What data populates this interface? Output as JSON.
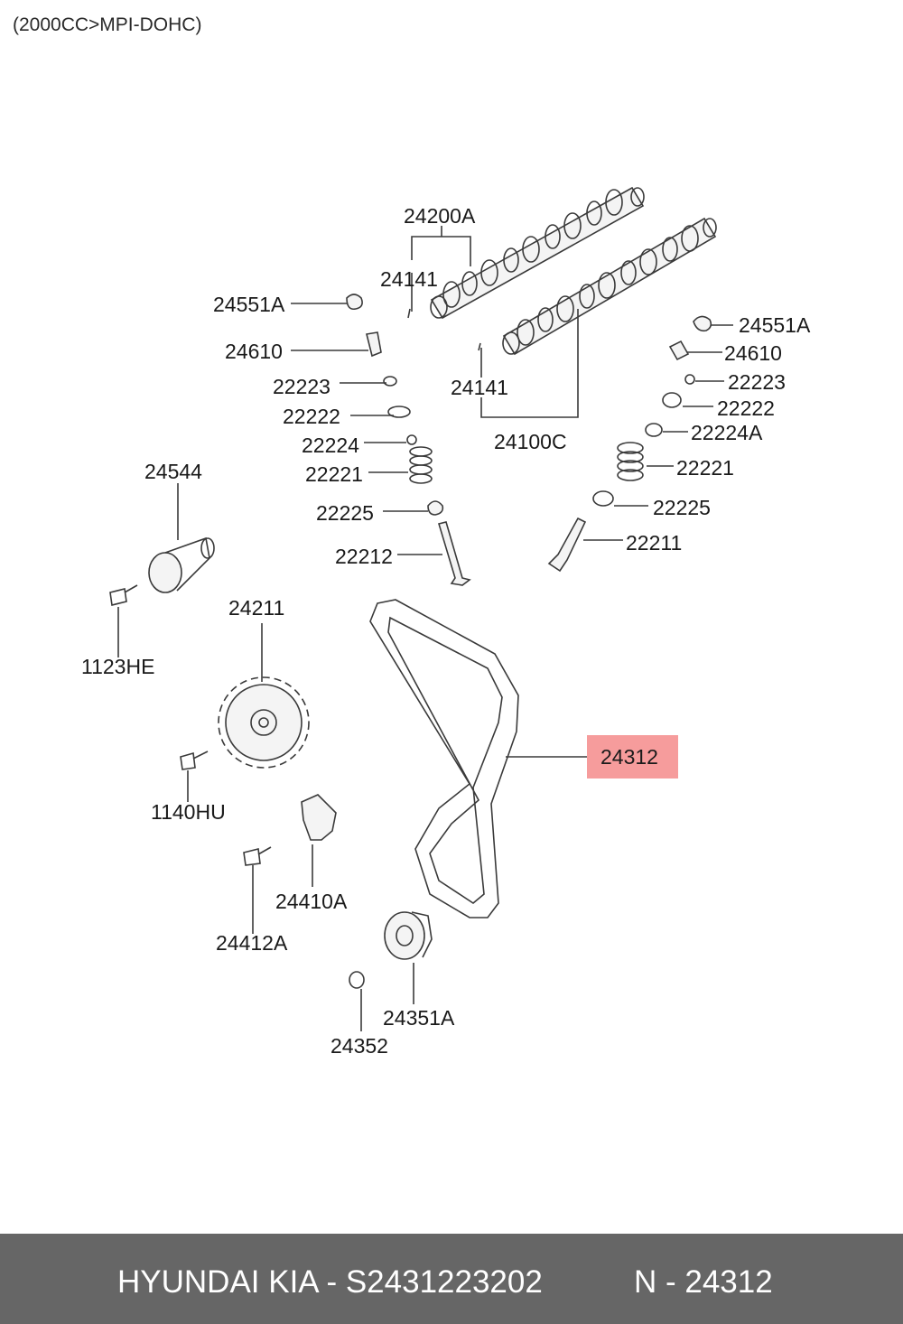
{
  "subtitle": "(2000CC>MPI-DOHC)",
  "highlight": {
    "part": "24312",
    "color": "#f06060"
  },
  "labels": {
    "p24200A": "24200A",
    "p24141_a": "24141",
    "p24551A_l": "24551A",
    "p24610_l": "24610",
    "p22223_l": "22223",
    "p22222_l": "22222",
    "p22224_l": "22224",
    "p22221_l": "22221",
    "p22225_l": "22225",
    "p22212": "22212",
    "p24141_b": "24141",
    "p24100C": "24100C",
    "p24551A_r": "24551A",
    "p24610_r": "24610",
    "p22223_r": "22223",
    "p22222_r": "22222",
    "p22224A": "22224A",
    "p22221_r": "22221",
    "p22225_r": "22225",
    "p22211": "22211",
    "p24544": "24544",
    "p1123HE": "1123HE",
    "p24211": "24211",
    "p24312": "24312",
    "p1140HU": "1140HU",
    "p24410A": "24410A",
    "p24412A": "24412A",
    "p24351A": "24351A",
    "p24352": "24352"
  },
  "footer": {
    "brand": "HYUNDAI  KIA - S2431223202",
    "ref": "N - 24312",
    "background": "#666666"
  }
}
